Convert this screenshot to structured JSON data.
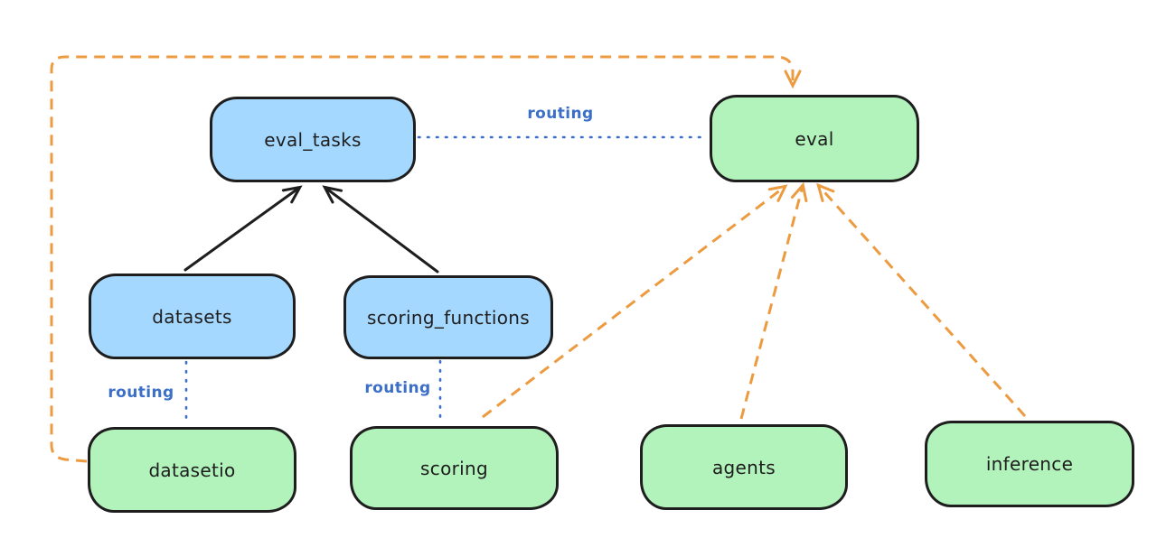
{
  "diagram": {
    "type": "flow-diagram",
    "background": "#ffffff",
    "nodes": [
      {
        "id": "eval_tasks",
        "label": "eval_tasks",
        "fill": "#a5d8ff"
      },
      {
        "id": "eval",
        "label": "eval",
        "fill": "#b2f2bb"
      },
      {
        "id": "datasets",
        "label": "datasets",
        "fill": "#a5d8ff"
      },
      {
        "id": "scoring_functions",
        "label": "scoring_functions",
        "fill": "#a5d8ff"
      },
      {
        "id": "datasetio",
        "label": "datasetio",
        "fill": "#b2f2bb"
      },
      {
        "id": "scoring",
        "label": "scoring",
        "fill": "#b2f2bb"
      },
      {
        "id": "agents",
        "label": "agents",
        "fill": "#b2f2bb"
      },
      {
        "id": "inference",
        "label": "inference",
        "fill": "#b2f2bb"
      }
    ],
    "edges": [
      {
        "from": "eval_tasks",
        "to": "eval",
        "style": "dotted",
        "color": "#3b6fc8",
        "label": "routing",
        "arrow": false
      },
      {
        "from": "datasets",
        "to": "eval_tasks",
        "style": "solid",
        "color": "#1e1e1e",
        "arrow": true
      },
      {
        "from": "scoring_functions",
        "to": "eval_tasks",
        "style": "solid",
        "color": "#1e1e1e",
        "arrow": true
      },
      {
        "from": "datasets",
        "to": "datasetio",
        "style": "dotted",
        "color": "#3b6fc8",
        "label": "routing",
        "arrow": false
      },
      {
        "from": "scoring_functions",
        "to": "scoring",
        "style": "dotted",
        "color": "#3b6fc8",
        "label": "routing",
        "arrow": false
      },
      {
        "from": "datasetio",
        "to": "eval",
        "style": "dashed",
        "color": "#ec9b40",
        "arrow": true
      },
      {
        "from": "scoring",
        "to": "eval",
        "style": "dashed",
        "color": "#ec9b40",
        "arrow": true
      },
      {
        "from": "agents",
        "to": "eval",
        "style": "dashed",
        "color": "#ec9b40",
        "arrow": true
      },
      {
        "from": "inference",
        "to": "eval",
        "style": "dashed",
        "color": "#ec9b40",
        "arrow": true
      }
    ],
    "colors": {
      "node_stroke": "#1e1e1e",
      "blue_fill": "#a5d8ff",
      "green_fill": "#b2f2bb",
      "routing_blue": "#3b6fc8",
      "orange": "#ec9b40"
    }
  }
}
